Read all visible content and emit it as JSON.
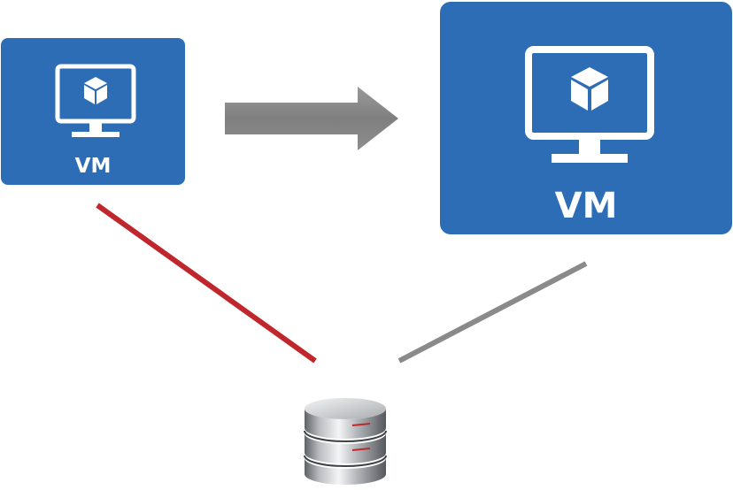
{
  "diagram": {
    "source_vm": {
      "label": "VM",
      "icon": "vm-monitor-icon"
    },
    "target_vm": {
      "label": "VM",
      "icon": "vm-monitor-icon"
    },
    "migration_arrow": {
      "icon": "arrow-right-icon",
      "color": "#8a8a8a"
    },
    "storage": {
      "icon": "database-icon"
    },
    "links": [
      {
        "from": "source_vm",
        "to": "storage",
        "color": "#c0272d",
        "state": "disconnected"
      },
      {
        "from": "target_vm",
        "to": "storage",
        "color": "#8a8a8a",
        "state": "connected"
      }
    ],
    "colors": {
      "tile": "#2d6db5",
      "icon_fill": "#ffffff"
    }
  }
}
